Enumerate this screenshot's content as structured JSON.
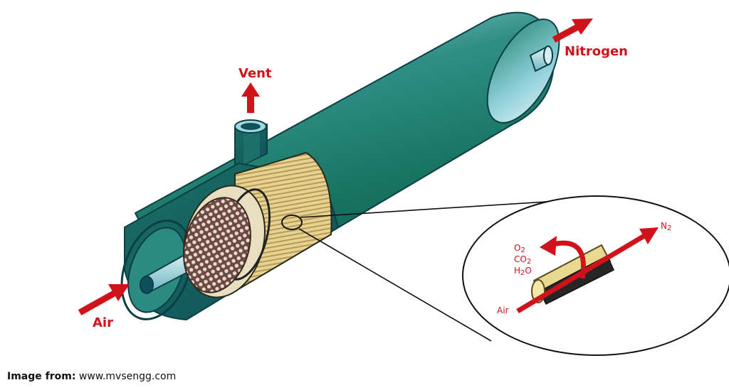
{
  "labels": {
    "vent": "Vent",
    "nitrogen": "Nitrogen",
    "air": "Air",
    "n2": "N",
    "n2_sub": "2",
    "o2": "O",
    "o2_sub": "2",
    "co2": "CO",
    "co2_sub": "2",
    "h2o_a": "H",
    "h2o_sub": "2",
    "h2o_b": "O",
    "air_small": "Air"
  },
  "caption": {
    "prefix": "Image from:",
    "source": "www.mvsengg.com"
  },
  "colors": {
    "arrow_red": "#d0121b",
    "shell_teal": "#1a7a6a",
    "fiber_tan": "#e3cf8e"
  }
}
